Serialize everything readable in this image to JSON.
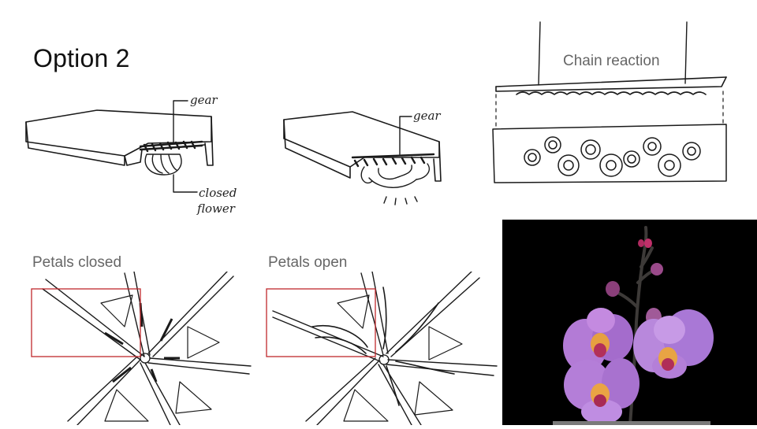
{
  "slide": {
    "title": "Option 2"
  },
  "sketches": {
    "closed_box": {
      "gear_note": "gear",
      "flower_note_line1": "closed",
      "flower_note_line2": "flower"
    },
    "open_box": {
      "gear_note": "gear"
    },
    "chain_reaction": {
      "caption": "Chain reaction"
    }
  },
  "diagrams": {
    "petals_closed": {
      "caption": "Petals closed",
      "highlight_color": "#c0282d"
    },
    "petals_open": {
      "caption": "Petals open",
      "highlight_color": "#c0282d"
    }
  },
  "photo": {
    "background": "#000000",
    "subject": "orchid-photo",
    "petal_color": "#b978d8"
  }
}
